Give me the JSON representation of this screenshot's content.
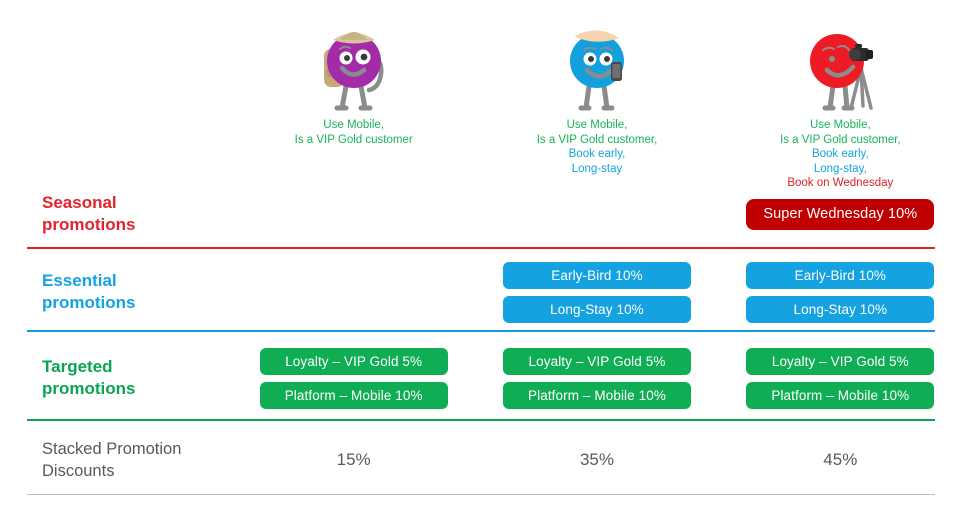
{
  "personas": [
    {
      "id": "persona-1",
      "art": "traveler-purple-hat-backpack",
      "traits": [
        {
          "text": "Use Mobile,",
          "color": "green"
        },
        {
          "text": "Is a VIP Gold customer",
          "color": "green"
        }
      ]
    },
    {
      "id": "persona-2",
      "art": "traveler-blue-cap-phone",
      "traits": [
        {
          "text": "Use Mobile,",
          "color": "green"
        },
        {
          "text": "Is a VIP Gold customer,",
          "color": "green"
        },
        {
          "text": "Book early,",
          "color": "blue"
        },
        {
          "text": "Long-stay",
          "color": "blue"
        }
      ]
    },
    {
      "id": "persona-3",
      "art": "traveler-red-camera-tripod",
      "traits": [
        {
          "text": "Use Mobile,",
          "color": "green"
        },
        {
          "text": "Is a VIP Gold customer,",
          "color": "green"
        },
        {
          "text": "Book early,",
          "color": "blue"
        },
        {
          "text": "Long-stay,",
          "color": "blue"
        },
        {
          "text": "Book on Wednesday",
          "color": "red"
        }
      ]
    }
  ],
  "rows": [
    {
      "id": "seasonal",
      "label_line1": "Seasonal",
      "label_line2": "promotions",
      "color": "#e3222c",
      "cells": [
        {
          "badges": []
        },
        {
          "badges": []
        },
        {
          "badges": [
            {
              "text": "Super Wednesday 10%",
              "style": "red"
            }
          ]
        }
      ]
    },
    {
      "id": "essential",
      "label_line1": "Essential",
      "label_line2": "promotions",
      "color": "#14a3e0",
      "cells": [
        {
          "badges": []
        },
        {
          "badges": [
            {
              "text": "Early-Bird 10%",
              "style": "blue"
            },
            {
              "text": "Long-Stay 10%",
              "style": "blue"
            }
          ]
        },
        {
          "badges": [
            {
              "text": "Early-Bird 10%",
              "style": "blue"
            },
            {
              "text": "Long-Stay 10%",
              "style": "blue"
            }
          ]
        }
      ]
    },
    {
      "id": "targeted",
      "label_line1": "Targeted",
      "label_line2": "promotions",
      "color": "#09a552",
      "cells": [
        {
          "badges": [
            {
              "text": "Loyalty – VIP Gold 5%",
              "style": "green"
            },
            {
              "text": "Platform – Mobile 10%",
              "style": "green"
            }
          ]
        },
        {
          "badges": [
            {
              "text": "Loyalty – VIP Gold 5%",
              "style": "green"
            },
            {
              "text": "Platform – Mobile 10%",
              "style": "green"
            }
          ]
        },
        {
          "badges": [
            {
              "text": "Loyalty – VIP Gold 5%",
              "style": "green"
            },
            {
              "text": "Platform – Mobile 10%",
              "style": "green"
            }
          ]
        }
      ]
    }
  ],
  "total_row": {
    "label_line1": "Stacked Promotion",
    "label_line2": "Discounts",
    "values": [
      "15%",
      "35%",
      "45%"
    ]
  },
  "colors": {
    "red": "#e3222c",
    "dark_red": "#c00000",
    "blue": "#14a3e0",
    "green": "#0fae54",
    "grey_text": "#58595b",
    "divider_grey": "#bcbec0"
  }
}
